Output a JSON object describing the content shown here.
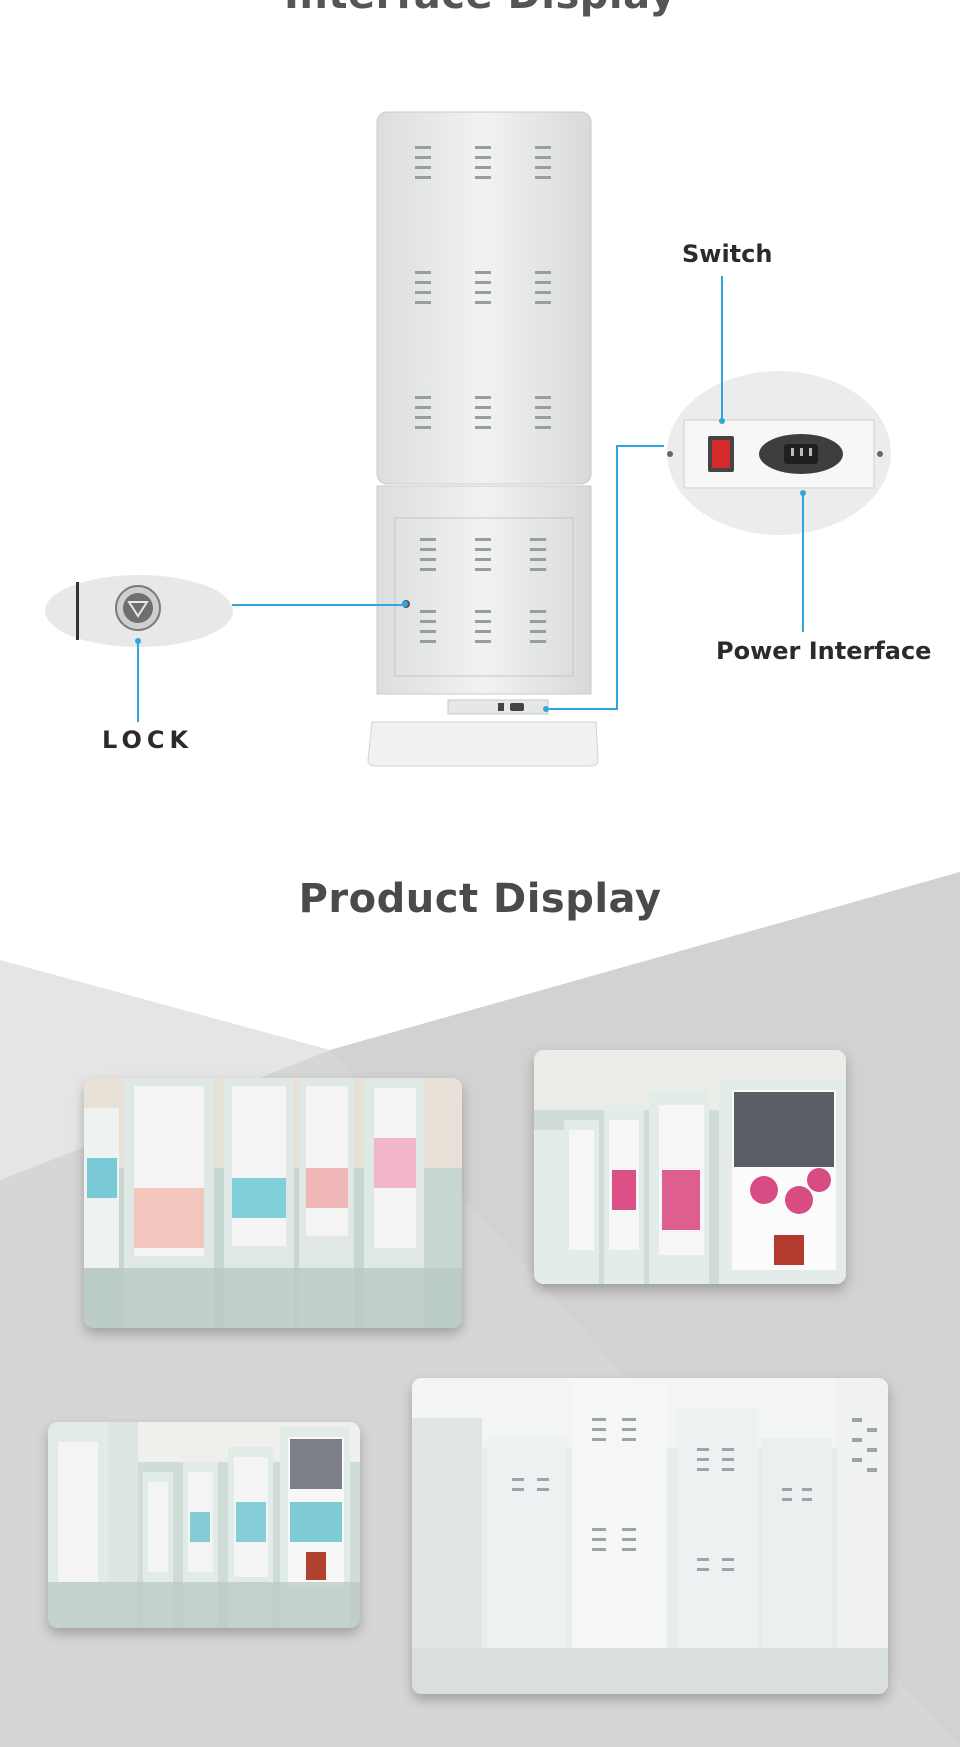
{
  "header": {
    "cut_title": "Interface Display"
  },
  "interface": {
    "switch_label": "Switch",
    "power_label": "Power Interface",
    "lock_label": "LOCK",
    "accent_color": "#2fa6de"
  },
  "product": {
    "title": "Product Display",
    "photos": [
      {
        "name": "kiosk-row-photo-1"
      },
      {
        "name": "kiosk-row-photo-2"
      },
      {
        "name": "kiosk-row-photo-3"
      },
      {
        "name": "kiosk-backs-photo"
      }
    ]
  }
}
